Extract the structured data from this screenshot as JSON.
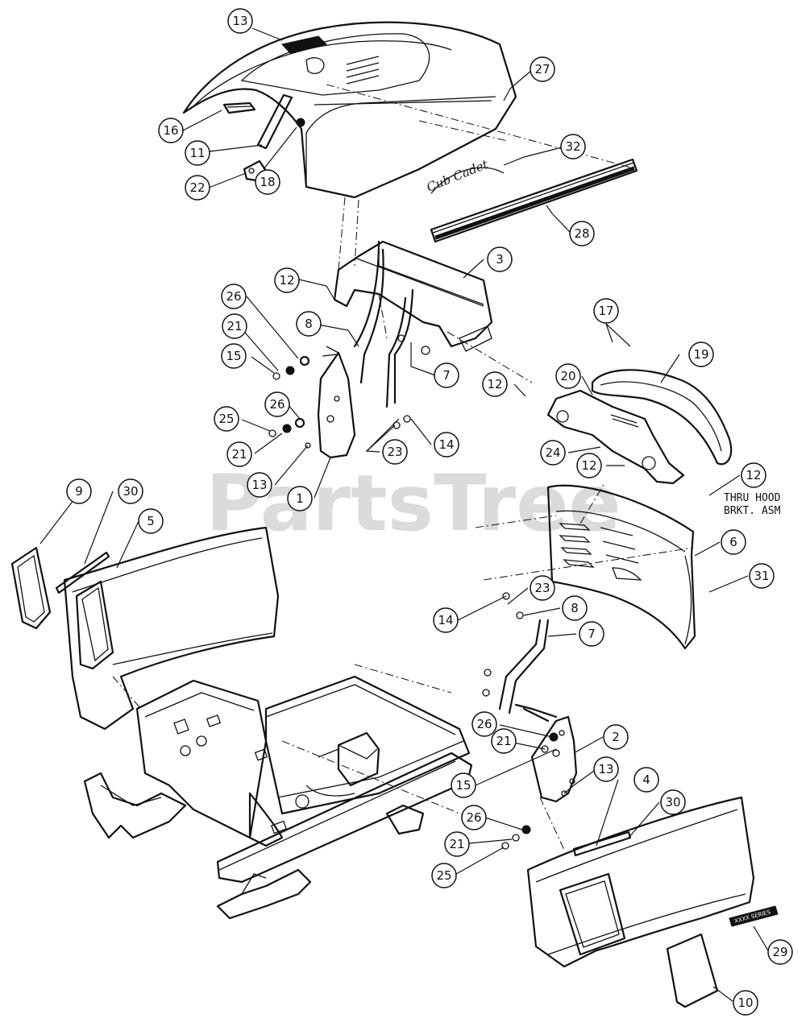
{
  "watermark": "PartsTree",
  "note": {
    "line1": "THRU HOOD",
    "line2": "BRKT. ASM"
  },
  "hood_emblem": "Cub Cadet",
  "side_badge": "XXXX SERIES",
  "callouts": [
    {
      "id": "c13a",
      "label": "13"
    },
    {
      "id": "c27",
      "label": "27"
    },
    {
      "id": "c16",
      "label": "16"
    },
    {
      "id": "c11",
      "label": "11"
    },
    {
      "id": "c22",
      "label": "22"
    },
    {
      "id": "c18",
      "label": "18"
    },
    {
      "id": "c32",
      "label": "32"
    },
    {
      "id": "c28",
      "label": "28"
    },
    {
      "id": "c3",
      "label": "3"
    },
    {
      "id": "c12a",
      "label": "12"
    },
    {
      "id": "c26a",
      "label": "26"
    },
    {
      "id": "c8a",
      "label": "8"
    },
    {
      "id": "c21a",
      "label": "21"
    },
    {
      "id": "c15a",
      "label": "15"
    },
    {
      "id": "c7a",
      "label": "7"
    },
    {
      "id": "c26b",
      "label": "26"
    },
    {
      "id": "c25a",
      "label": "25"
    },
    {
      "id": "c21b",
      "label": "21"
    },
    {
      "id": "c23a",
      "label": "23"
    },
    {
      "id": "c14a",
      "label": "14"
    },
    {
      "id": "c13b",
      "label": "13"
    },
    {
      "id": "c1",
      "label": "1"
    },
    {
      "id": "c17",
      "label": "17"
    },
    {
      "id": "c19",
      "label": "19"
    },
    {
      "id": "c12b",
      "label": "12"
    },
    {
      "id": "c20",
      "label": "20"
    },
    {
      "id": "c24",
      "label": "24"
    },
    {
      "id": "c12c",
      "label": "12"
    },
    {
      "id": "c12d",
      "label": "12"
    },
    {
      "id": "c9",
      "label": "9"
    },
    {
      "id": "c30a",
      "label": "30"
    },
    {
      "id": "c5",
      "label": "5"
    },
    {
      "id": "c6",
      "label": "6"
    },
    {
      "id": "c31",
      "label": "31"
    },
    {
      "id": "c23b",
      "label": "23"
    },
    {
      "id": "c14b",
      "label": "14"
    },
    {
      "id": "c8b",
      "label": "8"
    },
    {
      "id": "c7b",
      "label": "7"
    },
    {
      "id": "c26c",
      "label": "26"
    },
    {
      "id": "c21c",
      "label": "21"
    },
    {
      "id": "c2",
      "label": "2"
    },
    {
      "id": "c15b",
      "label": "15"
    },
    {
      "id": "c13c",
      "label": "13"
    },
    {
      "id": "c4",
      "label": "4"
    },
    {
      "id": "c30b",
      "label": "30"
    },
    {
      "id": "c26d",
      "label": "26"
    },
    {
      "id": "c21d",
      "label": "21"
    },
    {
      "id": "c25b",
      "label": "25"
    },
    {
      "id": "c29",
      "label": "29"
    },
    {
      "id": "c10",
      "label": "10"
    }
  ]
}
